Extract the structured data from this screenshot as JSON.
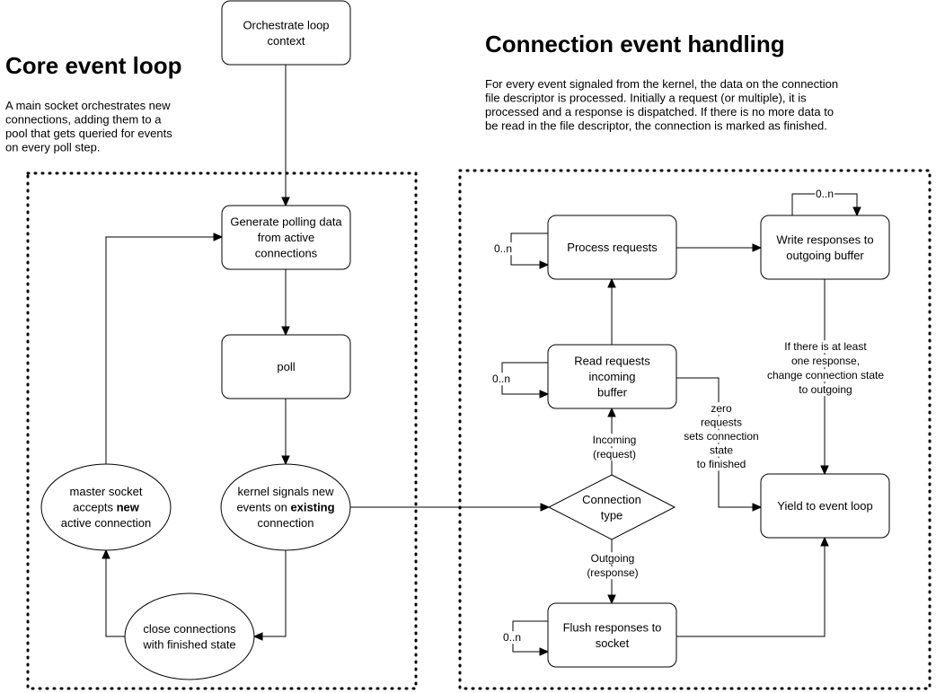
{
  "core": {
    "heading": "Core event loop",
    "desc": [
      "A main socket orchestrates new",
      "connections, adding them to a",
      "pool that gets queried for events",
      "on every poll step."
    ]
  },
  "conn": {
    "heading": "Connection event handling",
    "desc": [
      "For every event signaled from the kernel, the data on the connection",
      "file descriptor is processed. Initially a request (or multiple), it is",
      "processed and a response is dispatched. If there is no more data to",
      "be read in the file descriptor, the connection is marked as finished."
    ]
  },
  "nodes": {
    "orchestrate": [
      "Orchestrate loop",
      "context"
    ],
    "generate": [
      "Generate polling data",
      "from active",
      "connections"
    ],
    "poll": [
      "poll"
    ],
    "kernel": [
      [
        {
          "t": "kernel signals new"
        }
      ],
      [
        {
          "t": "events on "
        },
        {
          "t": "existing",
          "b": true
        }
      ],
      [
        {
          "t": "connection"
        }
      ]
    ],
    "master": [
      [
        {
          "t": "master socket"
        }
      ],
      [
        {
          "t": "accepts "
        },
        {
          "t": "new",
          "b": true
        }
      ],
      [
        {
          "t": "active connection"
        }
      ]
    ],
    "close": [
      "close connections",
      "with finished state"
    ],
    "process": [
      "Process requests"
    ],
    "write": [
      "Write responses to",
      "outgoing buffer"
    ],
    "read": [
      "Read requests",
      "incoming",
      "buffer"
    ],
    "conntype": [
      "Connection",
      "type"
    ],
    "yield": [
      "Yield to event loop"
    ],
    "flush": [
      "Flush responses to",
      "socket"
    ]
  },
  "labels": {
    "loop_process": "0..n",
    "loop_write": "0..n",
    "loop_read": "0..n",
    "loop_flush": "0..n",
    "incoming": [
      "Incoming",
      "(request)"
    ],
    "outgoing": [
      "Outgoing",
      "(response)"
    ],
    "zero": [
      "zero",
      "requests",
      "sets connection",
      "state",
      "to finished"
    ],
    "atleast": [
      "If there is at least",
      "one response,",
      "change connection state",
      "to outgoing"
    ]
  }
}
